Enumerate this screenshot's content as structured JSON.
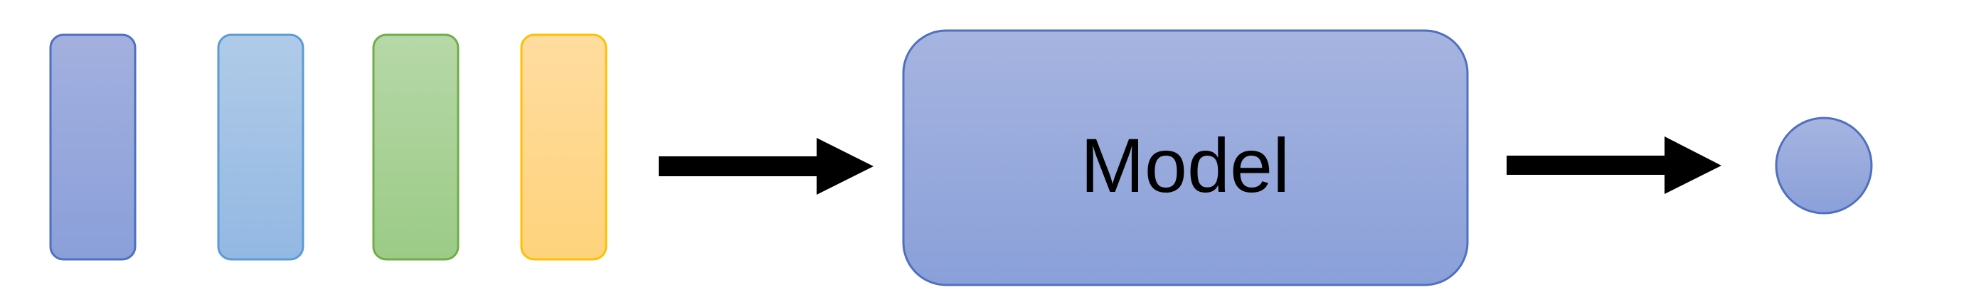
{
  "diagram": {
    "inputs": [
      {
        "name": "input-bar-blue",
        "color_top": "#a3b0df",
        "color_bottom": "#8a9fd9",
        "border": "#4f6fbf"
      },
      {
        "name": "input-bar-lightblue",
        "color_top": "#b0cbe8",
        "color_bottom": "#93b8e3",
        "border": "#5b9bd5"
      },
      {
        "name": "input-bar-green",
        "color_top": "#b6d8a8",
        "color_bottom": "#9bcb86",
        "border": "#70ad47"
      },
      {
        "name": "input-bar-orange",
        "color_top": "#ffdca0",
        "color_bottom": "#ffd37c",
        "border": "#ffc000"
      }
    ],
    "model": {
      "label": "Model",
      "color_top": "#a6b4e0",
      "color_bottom": "#8aa0d9",
      "border": "#4f6fbf"
    },
    "output": {
      "color_top": "#a6b4e0",
      "color_bottom": "#8aa0d9",
      "border": "#4f6fbf"
    },
    "arrow_color": "#000000"
  }
}
